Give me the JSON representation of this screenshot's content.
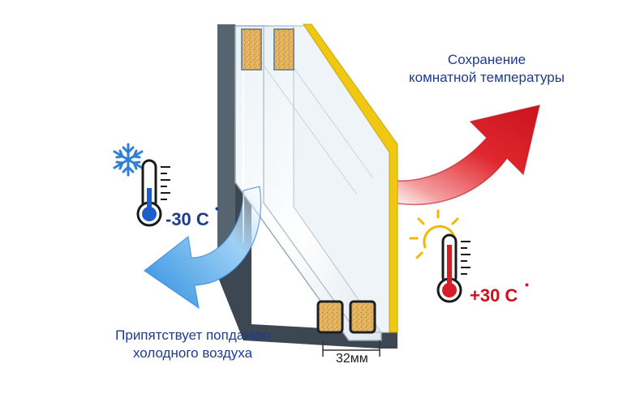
{
  "labels": {
    "top_right_line1": "Сохранение",
    "top_right_line2": "комнатной температуры",
    "bottom_left_line1": "Припятствует попданию",
    "bottom_left_line2": "холодного воздуха"
  },
  "cold": {
    "value": "-30 C",
    "degree": "•"
  },
  "warm": {
    "value": "+30 C",
    "degree": "•"
  },
  "dimension": "32мм",
  "colors": {
    "text_blue": "#1f3c8c",
    "cold_temp": "#1f3c8c",
    "warm_temp": "#c8141e",
    "frame": "#3c4752",
    "seal": "#f0c814",
    "spacer_fill": "#e2b35a",
    "cold_arrow": "#4aa3e8",
    "warm_arrow": "#e0262e",
    "sun": "#f2b705",
    "snowflake": "#2f7fd6"
  },
  "icons": [
    "snowflake-icon",
    "cold-thermometer-icon",
    "sun-icon",
    "hot-thermometer-icon",
    "blue-arrow-icon",
    "red-arrow-icon"
  ]
}
